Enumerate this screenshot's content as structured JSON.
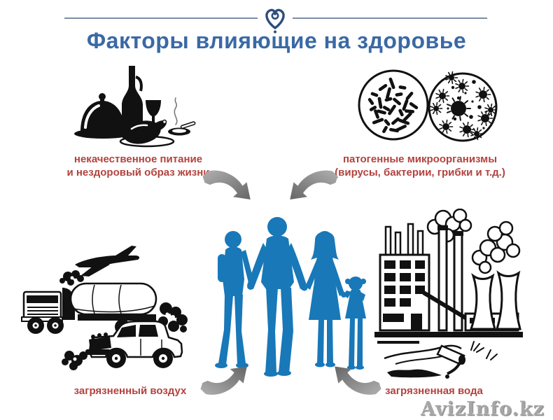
{
  "page": {
    "title": "Факторы влияющие на здоровье"
  },
  "logo_icon": "heart-ribbon-icon",
  "factors": {
    "nutrition": {
      "caption_line1": "некачественное питание",
      "caption_line2": "и нездоровый образ жизни",
      "icon": "food-alcohol-tobacco-illustration"
    },
    "pathogens": {
      "caption_line1": "патогенные микроорганизмы",
      "caption_line2": "(вирусы, бактерии, грибки и т.д.)",
      "icon": "microorganisms-illustration"
    },
    "air": {
      "caption": "загрязненный воздух",
      "icon": "vehicles-exhaust-illustration"
    },
    "water": {
      "caption": "загрязненная вода",
      "icon": "factory-pollution-illustration"
    }
  },
  "center": {
    "icon": "family-silhouette"
  },
  "watermark": "AvizInfo.kz",
  "colors": {
    "title_blue": "#3a69a5",
    "logo_navy": "#2e4d7e",
    "caption_red": "#b2423e",
    "family_blue": "#1878b8",
    "arrow_gray_light": "#b0b0b0",
    "arrow_gray_dark": "#666666",
    "ink_black": "#111111",
    "rule_gray": "#7d8ca3",
    "watermark_gray": "#a6a6a6"
  }
}
